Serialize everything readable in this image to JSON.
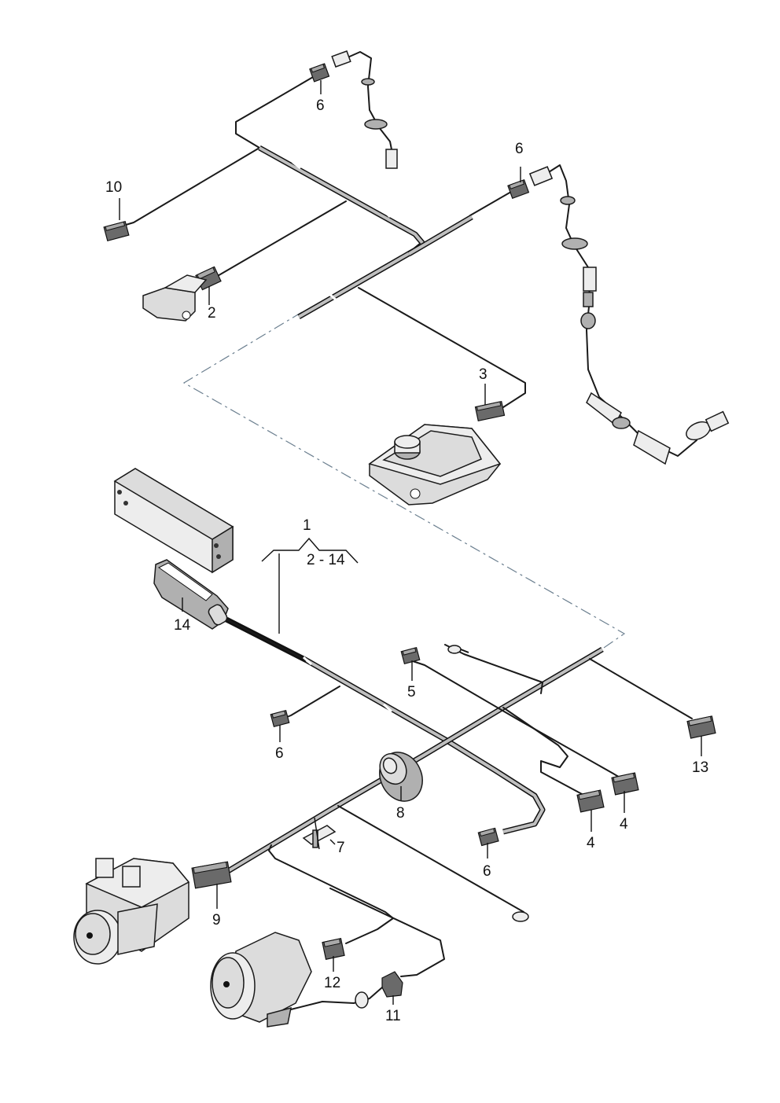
{
  "callouts": {
    "c1": "1",
    "c1_range": "2 - 14",
    "c2": "2",
    "c3": "3",
    "c4a": "4",
    "c4b": "4",
    "c5": "5",
    "c6a": "6",
    "c6b": "6",
    "c6c": "6",
    "c6d": "6",
    "c7": "7",
    "c8": "8",
    "c9": "9",
    "c10": "10",
    "c11": "11",
    "c12": "12",
    "c13": "13",
    "c14": "14"
  }
}
